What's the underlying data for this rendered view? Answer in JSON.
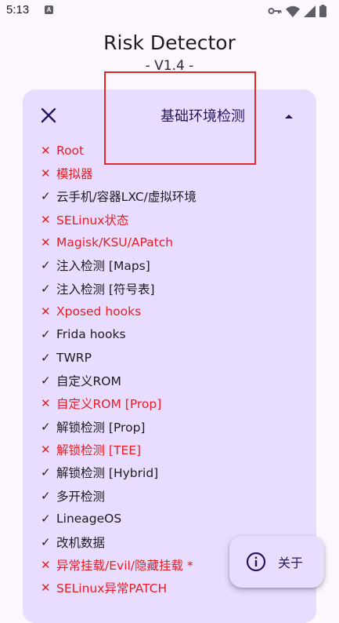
{
  "status_bar": {
    "time": "5:13",
    "notification_icon_letter": "A",
    "icons": [
      "vpn-key-icon",
      "wifi-icon",
      "signal-icon",
      "battery-icon"
    ]
  },
  "app": {
    "title": "Risk Detector",
    "version": "- V1.4 -"
  },
  "card": {
    "title": "基础环境检测",
    "close_icon": "close-icon",
    "collapse_icon": "chevron-up-icon",
    "items": [
      {
        "label": "Root",
        "status": "fail"
      },
      {
        "label": "模拟器",
        "status": "fail"
      },
      {
        "label": "云手机/容器LXC/虚拟环境",
        "status": "pass"
      },
      {
        "label": "SELinux状态",
        "status": "fail"
      },
      {
        "label": "Magisk/KSU/APatch",
        "status": "fail"
      },
      {
        "label": "注入检测 [Maps]",
        "status": "pass"
      },
      {
        "label": "注入检测 [符号表]",
        "status": "pass"
      },
      {
        "label": "Xposed hooks",
        "status": "fail"
      },
      {
        "label": "Frida hooks",
        "status": "pass"
      },
      {
        "label": "TWRP",
        "status": "pass"
      },
      {
        "label": "自定义ROM",
        "status": "pass"
      },
      {
        "label": "自定义ROM [Prop]",
        "status": "fail"
      },
      {
        "label": "解锁检测 [Prop]",
        "status": "pass"
      },
      {
        "label": "解锁检测 [TEE]",
        "status": "fail"
      },
      {
        "label": "解锁检测 [Hybrid]",
        "status": "pass"
      },
      {
        "label": "多开检测",
        "status": "pass"
      },
      {
        "label": "LineageOS",
        "status": "pass"
      },
      {
        "label": "改机数据",
        "status": "pass"
      },
      {
        "label": "异常挂载/Evil/隐藏挂载 *",
        "status": "fail"
      },
      {
        "label": "SELinux异常PATCH",
        "status": "fail"
      }
    ]
  },
  "fab": {
    "label": "关于",
    "icon": "info-icon"
  },
  "colors": {
    "fail": "#e51e2a",
    "pass": "#1c1b1f",
    "card_bg": "#e9ddff",
    "accent": "#23155e",
    "highlight_box": "#e32626"
  }
}
